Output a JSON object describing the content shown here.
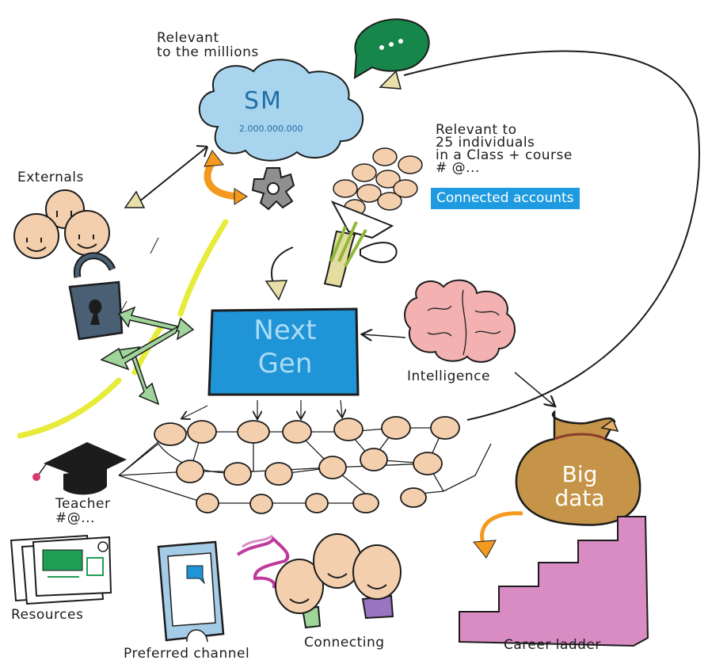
{
  "labels": {
    "relevant_millions": [
      "Relevant",
      "to the millions"
    ],
    "sm_title": "SM",
    "sm_count": "2.000.000.000",
    "relevant_individuals": [
      "Relevant to",
      "25 individuals",
      "in a Class + course",
      "# @..."
    ],
    "connected_accounts": "Connected accounts",
    "externals": "Externals",
    "next_gen": [
      "Next",
      "Gen"
    ],
    "intelligence": "Intelligence",
    "big_data": [
      "Big",
      "data"
    ],
    "teacher": [
      "Teacher",
      "#@..."
    ],
    "resources": "Resources",
    "preferred_channel": "Preferred channel",
    "connecting": "Connecting",
    "career_ladder": "Career ladder"
  },
  "colors": {
    "cloud": "#a9d4ee",
    "next_gen_box": "#1f94d6",
    "connected_accounts_tag": "#1e9be0",
    "speech_bubble": "#17864a",
    "money_bag": "#c59448",
    "career_ladder": "#d98bc4",
    "brain": "#f3b1b1",
    "lock": "#4a5f74",
    "face": "#f3cfae",
    "highlighter": "#e7eb39",
    "arrow_green": "#9fd49b",
    "arrow_orange": "#f39a1e"
  },
  "icons": [
    "speech-bubble-icon",
    "cloud-icon",
    "gear-icon",
    "brain-icon",
    "padlock-icon",
    "graduation-cap-icon",
    "money-bag-icon",
    "tablet-icon",
    "flower-bouquet-icon"
  ]
}
